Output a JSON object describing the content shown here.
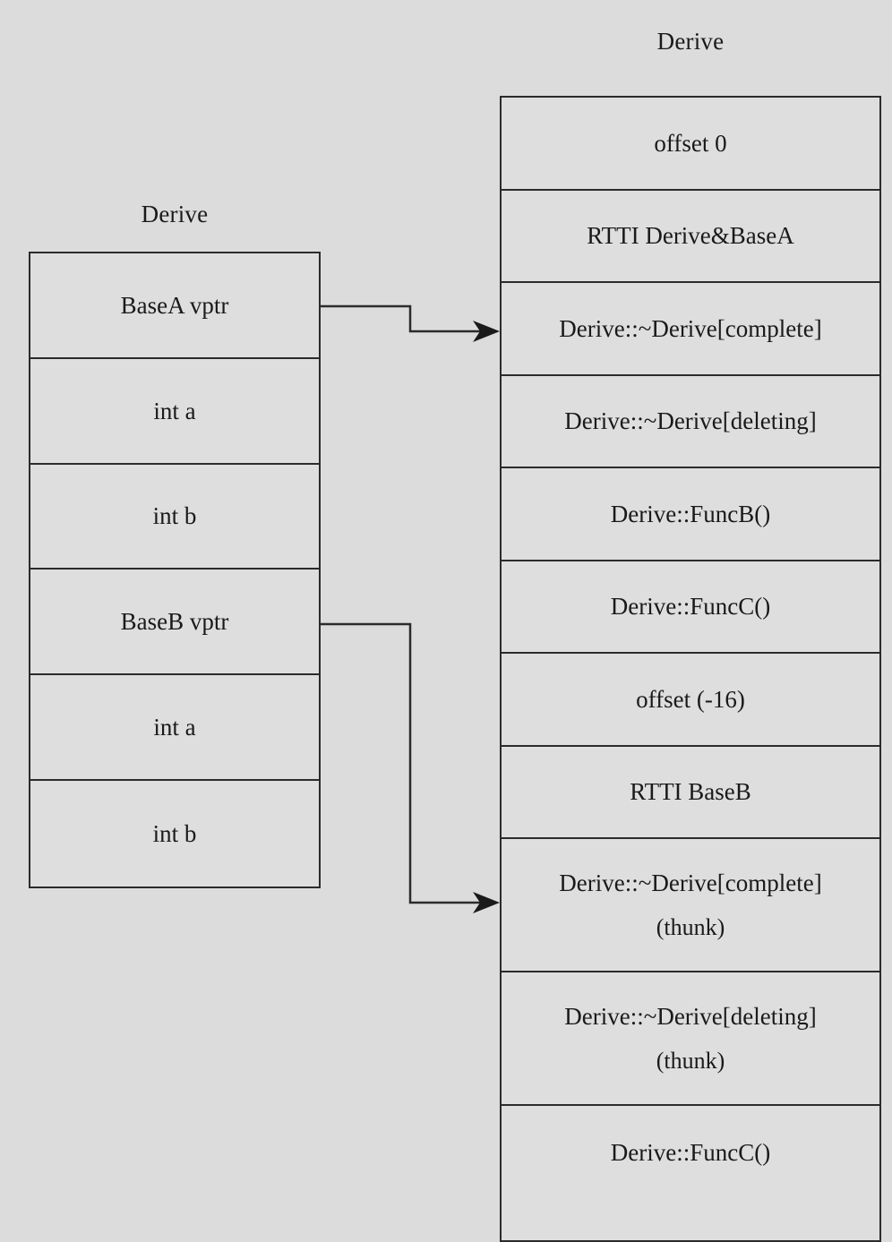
{
  "diagram": {
    "title_object": "Derive",
    "title_vtable": "Derive"
  },
  "object_layout": {
    "caption": "Derive",
    "slots": [
      {
        "label": "BaseA vptr"
      },
      {
        "label": "int a"
      },
      {
        "label": "int b"
      },
      {
        "label": "BaseB vptr"
      },
      {
        "label": "int a"
      },
      {
        "label": "int b"
      }
    ]
  },
  "vtable": {
    "caption": "Derive",
    "entries": [
      {
        "label": "offset 0",
        "sub": ""
      },
      {
        "label": "RTTI Derive&BaseA",
        "sub": ""
      },
      {
        "label": "Derive::~Derive[complete]",
        "sub": ""
      },
      {
        "label": "Derive::~Derive[deleting]",
        "sub": ""
      },
      {
        "label": "Derive::FuncB()",
        "sub": ""
      },
      {
        "label": "Derive::FuncC()",
        "sub": ""
      },
      {
        "label": "offset (-16)",
        "sub": ""
      },
      {
        "label": "RTTI BaseB",
        "sub": ""
      },
      {
        "label": "Derive::~Derive[complete]",
        "sub": "(thunk)"
      },
      {
        "label": "Derive::~Derive[deleting]",
        "sub": "(thunk)"
      },
      {
        "label": "Derive::FuncC()",
        "sub": ""
      }
    ]
  },
  "connectors": [
    {
      "name": "basea-vptr-to-vtable-primary",
      "from_slot": "BaseA vptr",
      "to_entry": "Derive::~Derive[complete]"
    },
    {
      "name": "baseb-vptr-to-vtable-secondary",
      "from_slot": "BaseB vptr",
      "to_entry": "Derive::~Derive[complete] (thunk)"
    }
  ],
  "colors": {
    "background": "#dcdcdc",
    "cell_fill": "#dedede",
    "border": "#2b2b2b",
    "text": "#1a1a1a"
  }
}
